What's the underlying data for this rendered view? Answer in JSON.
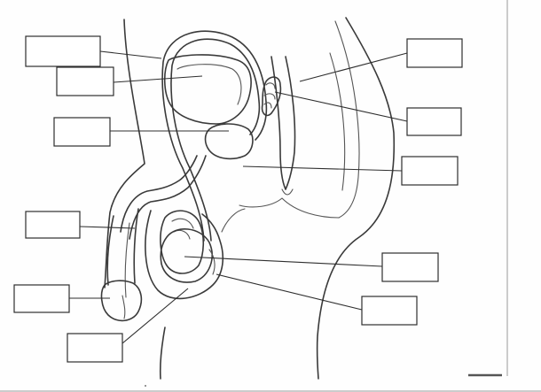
{
  "worksheet": {
    "colors": {
      "paper": "#fefefe",
      "ink": "#2e2e2e",
      "scan_edge": "#9a9a9a",
      "page_bottom_bar": "#555555"
    },
    "label_boxes": [
      {
        "id": "label-box-1",
        "answer": ""
      },
      {
        "id": "label-box-2",
        "answer": ""
      },
      {
        "id": "label-box-3",
        "answer": ""
      },
      {
        "id": "label-box-4",
        "answer": ""
      },
      {
        "id": "label-box-5",
        "answer": ""
      },
      {
        "id": "label-box-6",
        "answer": ""
      },
      {
        "id": "label-box-7",
        "answer": ""
      },
      {
        "id": "label-box-8",
        "answer": ""
      },
      {
        "id": "label-box-9",
        "answer": ""
      },
      {
        "id": "label-box-10",
        "answer": ""
      },
      {
        "id": "label-box-11",
        "answer": ""
      },
      {
        "id": "label-box-12",
        "answer": ""
      }
    ]
  }
}
